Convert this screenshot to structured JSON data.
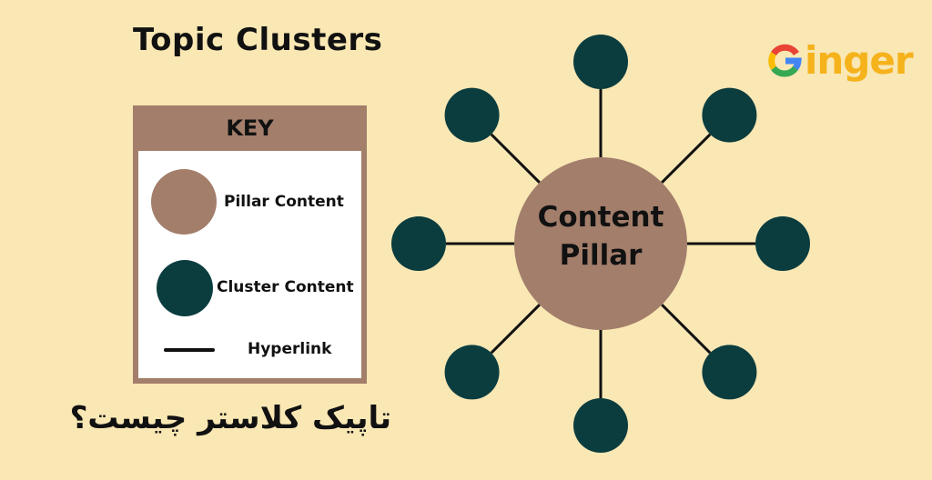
{
  "title": "Topic Clusters",
  "key": {
    "header": "KEY",
    "items": [
      {
        "label": "Pillar Content"
      },
      {
        "label": "Cluster Content"
      },
      {
        "label": "Hyperlink"
      }
    ]
  },
  "diagram": {
    "center_label_line1": "Content",
    "center_label_line2": "Pillar",
    "cluster_count": 8
  },
  "persian_title": "تاپیک کلاستر چیست؟",
  "logo": {
    "letter": "G",
    "text": "inger"
  },
  "colors": {
    "background": "#f9e7b4",
    "pillar": "#a37e6b",
    "cluster": "#0b3d3f",
    "logo_text": "#f5b21b"
  }
}
